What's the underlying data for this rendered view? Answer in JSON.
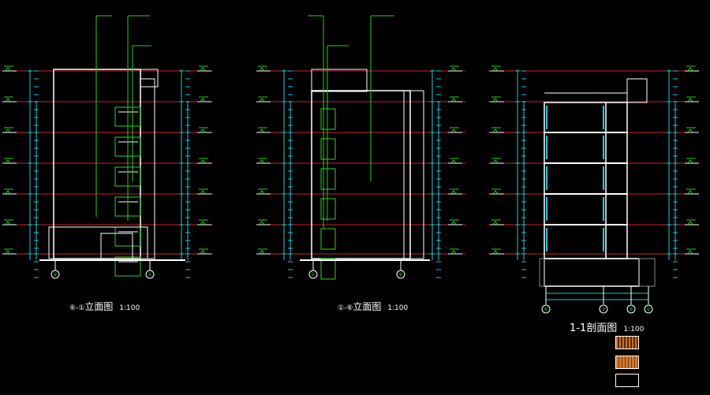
{
  "titles": [
    {
      "id": "elev-1",
      "mark": "⑥-①",
      "text": "立面图",
      "scale": "1:100"
    },
    {
      "id": "elev-2",
      "mark": "①-⑥",
      "text": "立面图",
      "scale": "1:100"
    },
    {
      "id": "section",
      "mark": "1-1",
      "text": "剖面图",
      "scale": "1:100"
    }
  ],
  "axes": {
    "elev-1": [
      "⑥",
      "①"
    ],
    "elev-2": [
      "①",
      "⑥"
    ],
    "section": [
      "④",
      "③",
      "②",
      "①"
    ]
  },
  "legend": [
    {
      "kind": "hatch-orange",
      "color": "#c8702a"
    },
    {
      "kind": "hatch-orange-dense",
      "color": "#c8702a"
    },
    {
      "kind": "empty",
      "color": "#000000"
    }
  ],
  "colors": {
    "floor_line": "#cc2222",
    "wall": "#ffffff",
    "dim": "#20c8d8",
    "leader": "#20d020",
    "window": "#30d030"
  }
}
